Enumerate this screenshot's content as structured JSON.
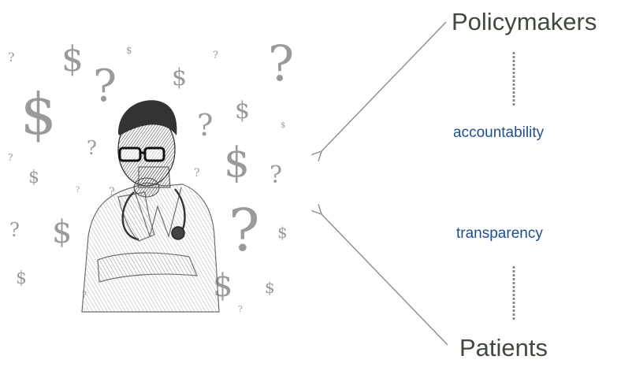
{
  "nodes": {
    "top": "Policymakers",
    "bottom": "Patients"
  },
  "links": {
    "upper": "accountability",
    "lower": "transparency"
  },
  "colors": {
    "node_text": "#404a3d",
    "link_text": "#1f4e8c",
    "arrow": "#8c8c8c",
    "connector": "#8c8c8c",
    "symbols": "#9a9a9a"
  },
  "illustration": {
    "subject": "doctor-pondering-icon",
    "symbols": [
      "dollar-sign-icon",
      "question-mark-icon"
    ]
  }
}
